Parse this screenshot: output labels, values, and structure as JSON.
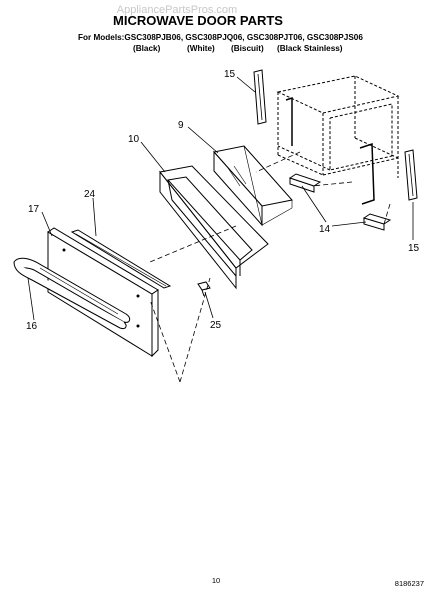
{
  "watermark": "AppliancePartsPros.com",
  "header": {
    "title": "MICROWAVE DOOR PARTS",
    "models_line": "For Models:GSC308PJB06, GSC308PJQ06, GSC308PJT06, GSC308PJS06",
    "colors": [
      "(Black)",
      "(White)",
      "(Biscuit)",
      "(Black Stainless)"
    ]
  },
  "callouts": {
    "c15a": "15",
    "c10": "10",
    "c9": "9",
    "c24": "24",
    "c17": "17",
    "c14": "14",
    "c15b": "15",
    "c16": "16",
    "c25": "25"
  },
  "footer": {
    "page_number": "10",
    "doc_number": "8186237"
  }
}
